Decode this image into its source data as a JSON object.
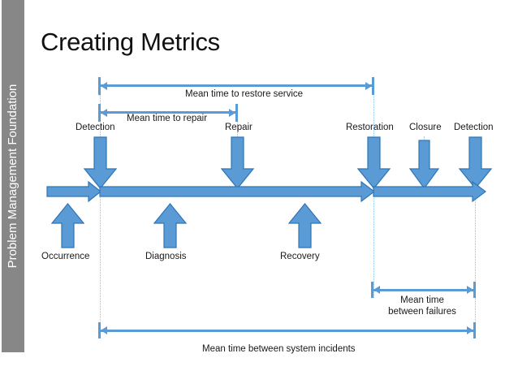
{
  "slide": {
    "title": "Creating Metrics",
    "sidebar_text": "Problem Management Foundation",
    "colors": {
      "sidebar_gray": "#878787",
      "arrow_fill": "#5b9bd5",
      "arrow_stroke": "#2e75b6",
      "guide_dotted": "#9cc3e5",
      "text": "#1a1a1a",
      "background": "#ffffff"
    }
  },
  "measures": [
    {
      "id": "mttrs",
      "label": "Mean time to restore service",
      "from": "Detection",
      "to": "Restoration"
    },
    {
      "id": "mttr",
      "label": "Mean time to repair",
      "from": "Detection",
      "to": "Repair"
    },
    {
      "id": "mtbf",
      "label_line1": "Mean time",
      "label_line2": "between failures",
      "label": "Mean time between failures",
      "from": "Restoration",
      "to": "Detection"
    },
    {
      "id": "mtbsi",
      "label": "Mean time between system incidents",
      "from": "Detection",
      "to": "Detection"
    }
  ],
  "top_events": [
    {
      "label": "Detection"
    },
    {
      "label": "Repair"
    },
    {
      "label": "Restoration"
    },
    {
      "label": "Closure"
    },
    {
      "label": "Detection"
    }
  ],
  "bottom_events": [
    {
      "label": "Occurrence"
    },
    {
      "label": "Diagnosis"
    },
    {
      "label": "Recovery"
    }
  ]
}
